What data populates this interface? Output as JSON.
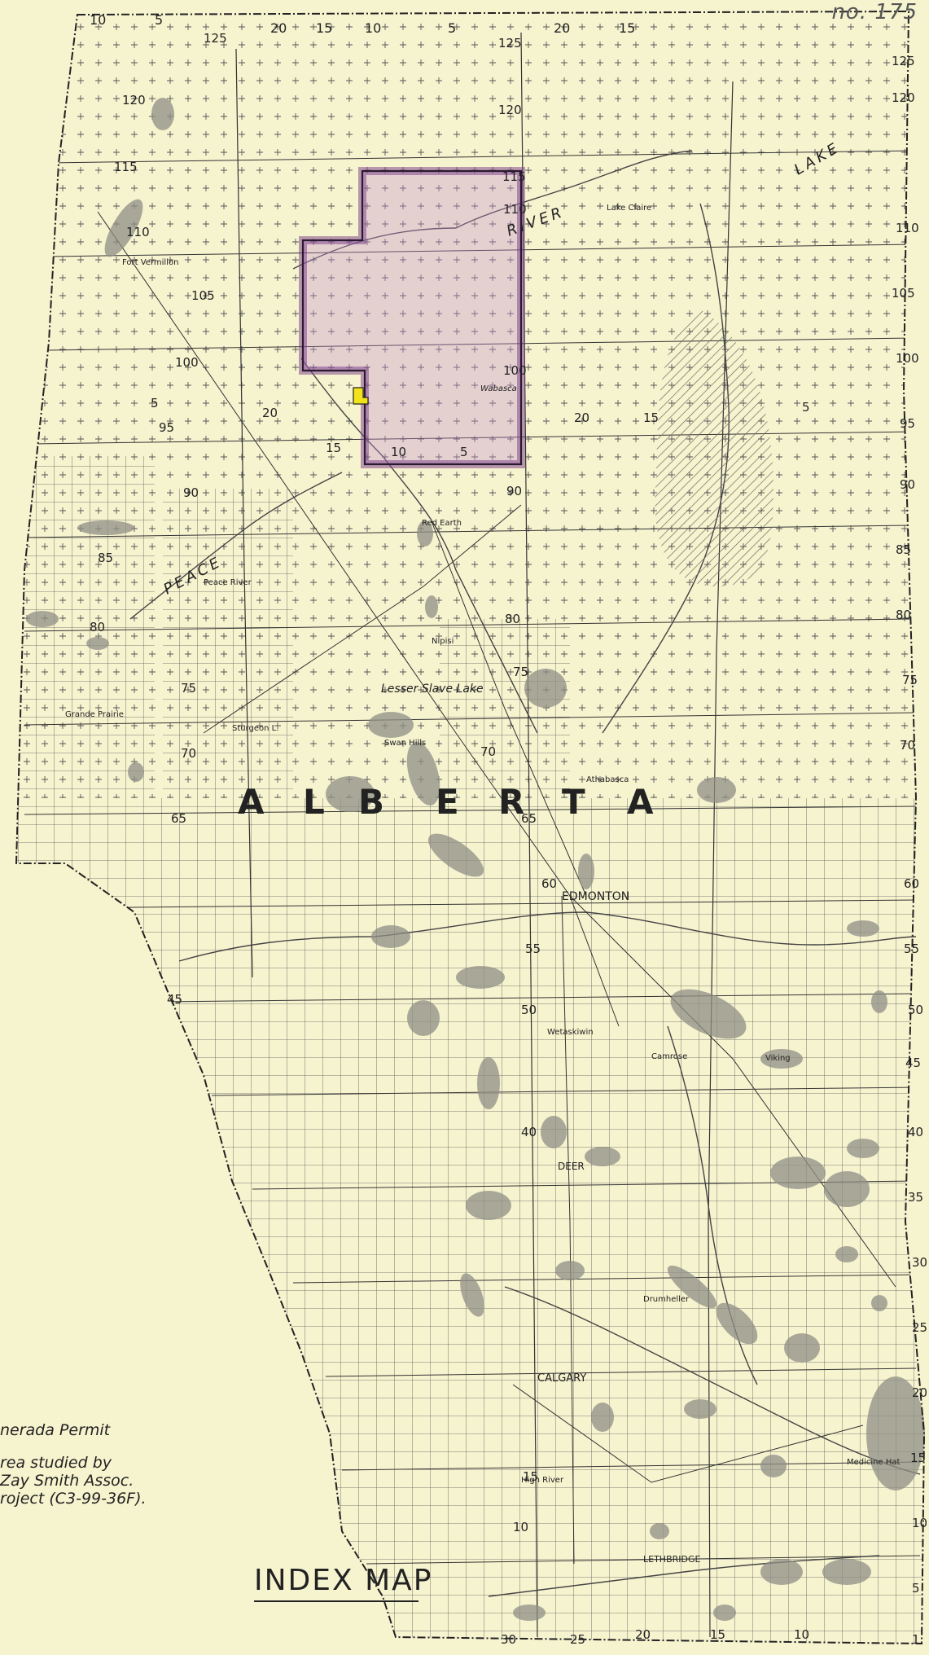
{
  "corner_ref": "no. 175",
  "title": "INDEX MAP",
  "province_letters": [
    "A",
    "L",
    "B",
    "E",
    "R",
    "T",
    "A"
  ],
  "legend": {
    "line1": "nerada Permit",
    "line2": "rea studied by",
    "line3": "Zay Smith Assoc.",
    "line4": "roject (C3-99-36F)."
  },
  "top_range_labels": [
    "10",
    "5",
    "125",
    "20",
    "15",
    "10",
    "5",
    "125",
    "20",
    "15",
    "125"
  ],
  "township_labels": [
    "120",
    "115",
    "110",
    "105",
    "100",
    "95",
    "90",
    "85",
    "80",
    "75",
    "70",
    "65",
    "60",
    "55",
    "50",
    "45",
    "40",
    "35",
    "30",
    "25",
    "20",
    "15",
    "10",
    "5"
  ],
  "bottom_range_labels": [
    "1",
    "30",
    "25",
    "20",
    "15",
    "10"
  ],
  "place_labels": [
    "RIVER",
    "LAKE",
    "PEACE",
    "Lesser Slave Lake",
    "EDMONTON",
    "CALGARY",
    "LETHBRIDGE",
    "DEER",
    "Red Earth",
    "Nipisi",
    "Swan Hills",
    "Sturgeon L.",
    "Athabasca",
    "Viking",
    "Medicine Hat",
    "Grande Prairie",
    "Peace River",
    "Wetaskiwin",
    "Camrose",
    "Drumheller",
    "High River",
    "Lake Claire",
    "Wabasca",
    "Fort Vermilion"
  ],
  "colors": {
    "paper": "#f6f3cf",
    "ink": "#333333",
    "permit_border": "#7a3c8c",
    "permit_fill": "#c58fd0",
    "study_area": "#f2e21a",
    "shading": "#8f8f86",
    "hatch": "#6b6b66"
  }
}
